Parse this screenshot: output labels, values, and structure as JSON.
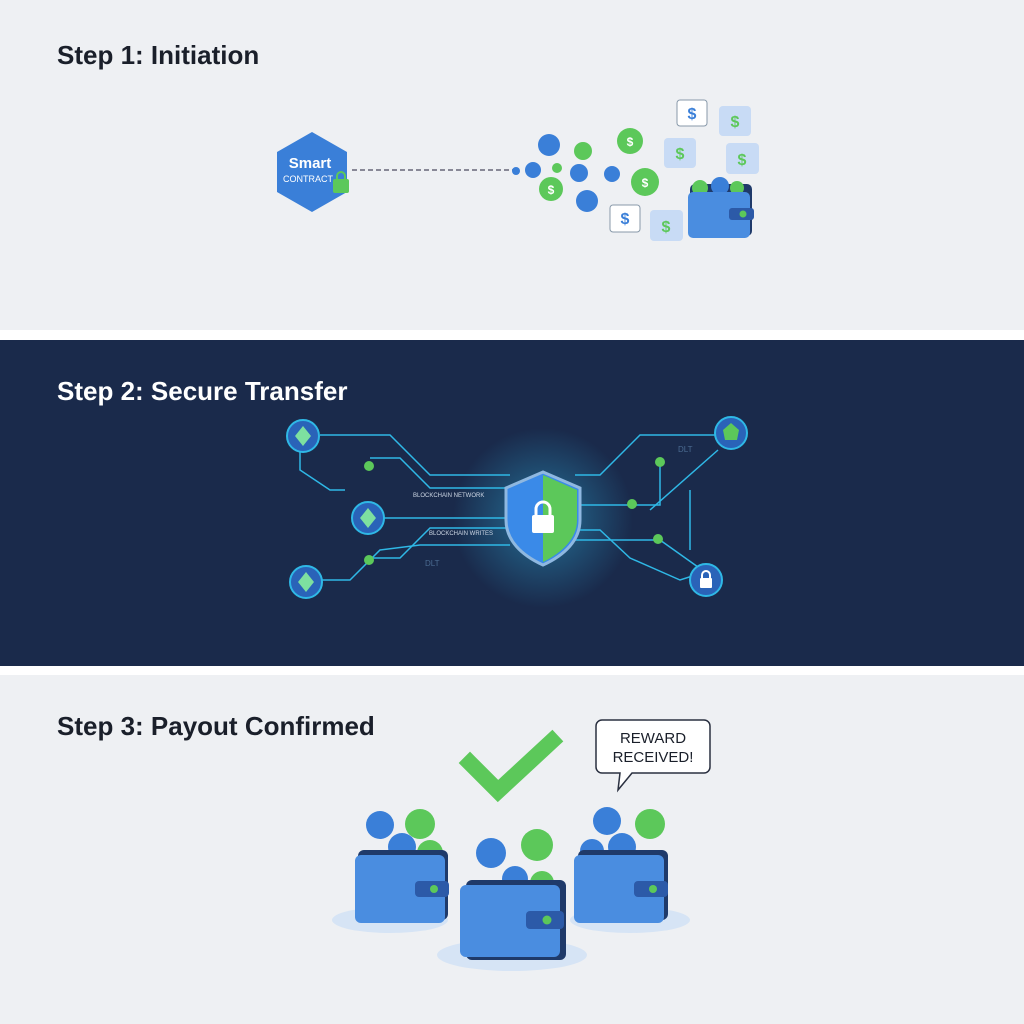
{
  "steps": [
    {
      "title": "Step 1: Initiation",
      "contract_label_1": "Smart",
      "contract_label_2": "CONTRACT",
      "currency_symbol": "$"
    },
    {
      "title": "Step 2: Secure Transfer",
      "network_label_1": "BLOCKCHAIN NETWORK",
      "network_label_2": "BLOCKCHAIN WRITES",
      "node_label": "DLT"
    },
    {
      "title": "Step 3: Payout Confirmed",
      "bubble_line_1": "REWARD",
      "bubble_line_2": "RECEIVED!"
    }
  ],
  "colors": {
    "blue": "#3a7fd8",
    "green": "#5cc85a",
    "light_bg": "#eef0f3",
    "dark_bg": "#1a2a4b",
    "cyan": "#2fb8e6"
  }
}
